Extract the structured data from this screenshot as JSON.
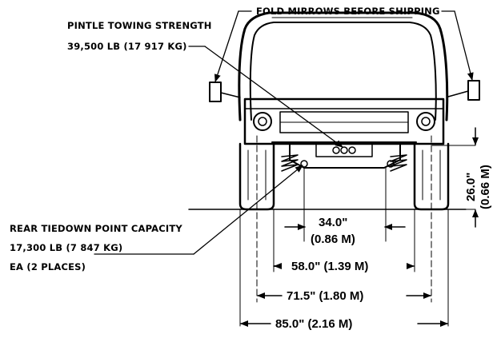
{
  "callouts": {
    "pintle_title": "PINTLE TOWING STRENGTH",
    "pintle_value": "39,500 LB (17 917 KG)",
    "mirrors": "FOLD MIRROWS BEFORE SHIPPING",
    "tiedown_title": "REAR TIEDOWN POINT CAPACITY",
    "tiedown_value": "17,300 LB (7 847 KG)",
    "tiedown_places": "EA  (2 PLACES)"
  },
  "dimensions": {
    "height_in": "26.0\"",
    "height_m": "(0.66 M)",
    "tiedown_spacing_in": "34.0\"",
    "tiedown_spacing_m": "(0.86 M)",
    "inner_track": "58.0\" (1.39 M)",
    "outer_track": "71.5\" (1.80 M)",
    "overall_width": "85.0\" (2.16 M)"
  }
}
